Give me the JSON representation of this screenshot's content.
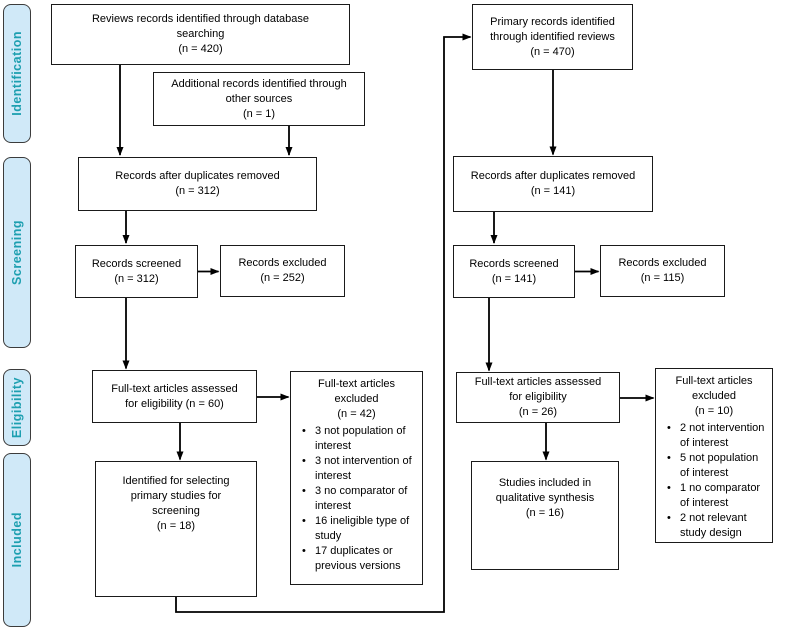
{
  "sidebar": {
    "stages": [
      {
        "label": "Identification"
      },
      {
        "label": "Screening"
      },
      {
        "label": "Eligibility"
      },
      {
        "label": "Included"
      }
    ]
  },
  "colors": {
    "stage_fill": "#d0e9f8",
    "stage_text": "#1d9fb0",
    "box_border": "#1a1a1a",
    "arrow": "#000000"
  },
  "left_column": {
    "db_search": "Reviews records identified through database\nsearching\n(n = 420)",
    "other_sources": "Additional records identified through\nother sources\n(n = 1)",
    "duplicates_removed": "Records after duplicates removed\n(n = 312)",
    "records_screened": "Records screened\n(n = 312)",
    "records_excluded": "Records excluded\n(n = 252)",
    "fulltext_assessed": "Full-text articles assessed\nfor eligibility (n = 60)",
    "fulltext_excluded": {
      "title": "Full-text articles\nexcluded\n(n = 42)",
      "items": [
        "3 not population of interest",
        "3 not intervention of interest",
        "3 no comparator of interest",
        "16 ineligible type of study",
        "17 duplicates or previous versions"
      ]
    },
    "selected_for_screening": "Identified for selecting\nprimary studies for\nscreening\n(n = 18)"
  },
  "right_column": {
    "primary_identified": "Primary records identified\nthrough identified reviews\n(n = 470)",
    "duplicates_removed": "Records after duplicates removed\n(n = 141)",
    "records_screened": "Records screened\n(n = 141)",
    "records_excluded": "Records excluded\n(n = 115)",
    "fulltext_assessed": "Full-text articles assessed\nfor eligibility\n(n = 26)",
    "fulltext_excluded": {
      "title": "Full-text articles\nexcluded\n(n = 10)",
      "items": [
        "2 not intervention of interest",
        "5 not population of interest",
        "1 no comparator of interest",
        "2 not relevant study design"
      ]
    },
    "qualitative_synthesis": "Studies included in\nqualitative synthesis\n(n = 16)"
  }
}
